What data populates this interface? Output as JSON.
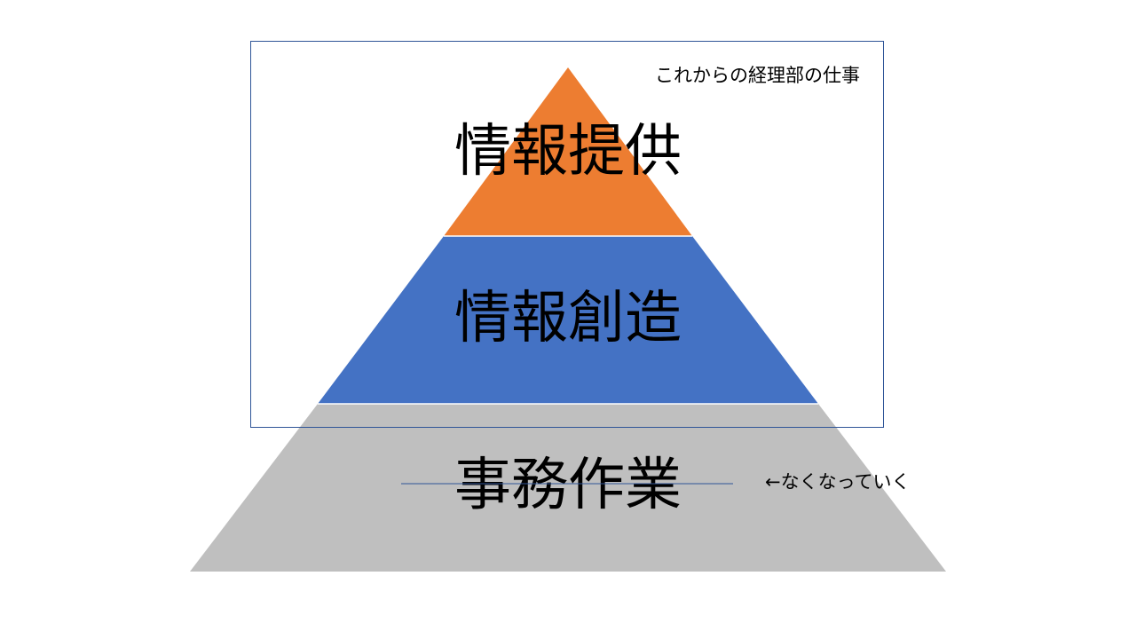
{
  "diagram": {
    "type": "pyramid",
    "frame_label": "これからの経理部の仕事",
    "tiers": [
      {
        "label": "情報提供",
        "color": "#ED7D31"
      },
      {
        "label": "情報創造",
        "color": "#4472C4"
      },
      {
        "label": "事務作業",
        "color": "#BFBFBF",
        "struck_through": true
      }
    ],
    "side_note": "←なくなっていく",
    "frame_color": "#2F5597",
    "strike_color": "#2F5597"
  }
}
